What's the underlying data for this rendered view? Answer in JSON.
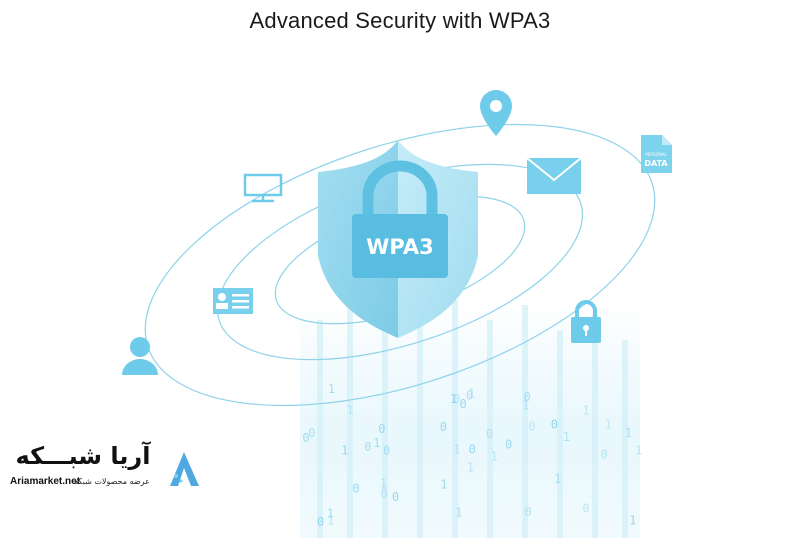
{
  "page": {
    "title": "Advanced Security with WPA3",
    "accent_color": "#5fc6e8",
    "shield_color": "#8fd6ee"
  },
  "badge": {
    "label": "WPA3"
  },
  "document_icon": {
    "line1": "PERSONAL",
    "line2": "DATA"
  },
  "binary_digits": [
    "1",
    "0",
    "1",
    "0",
    "0",
    "1",
    "1",
    "0",
    "1",
    "0",
    "0",
    "1",
    "0",
    "1",
    "1",
    "0",
    "0",
    "1",
    "0",
    "1",
    "1",
    "0",
    "1",
    "0",
    "0",
    "1",
    "1",
    "0",
    "1",
    "0",
    "0",
    "1",
    "1",
    "0",
    "1",
    "0",
    "0",
    "1",
    "1",
    "0",
    "1",
    "0",
    "0",
    "1"
  ],
  "icons": [
    "location-pin-icon",
    "envelope-icon",
    "personal-data-document-icon",
    "monitor-icon",
    "id-card-icon",
    "user-icon",
    "padlock-icon"
  ],
  "watermark": {
    "name": "آریا شبـــکه",
    "site": "Ariamarket.net",
    "tagline": "عرضه محصولات شبکه",
    "logo_icon": "aria-logo-icon"
  }
}
